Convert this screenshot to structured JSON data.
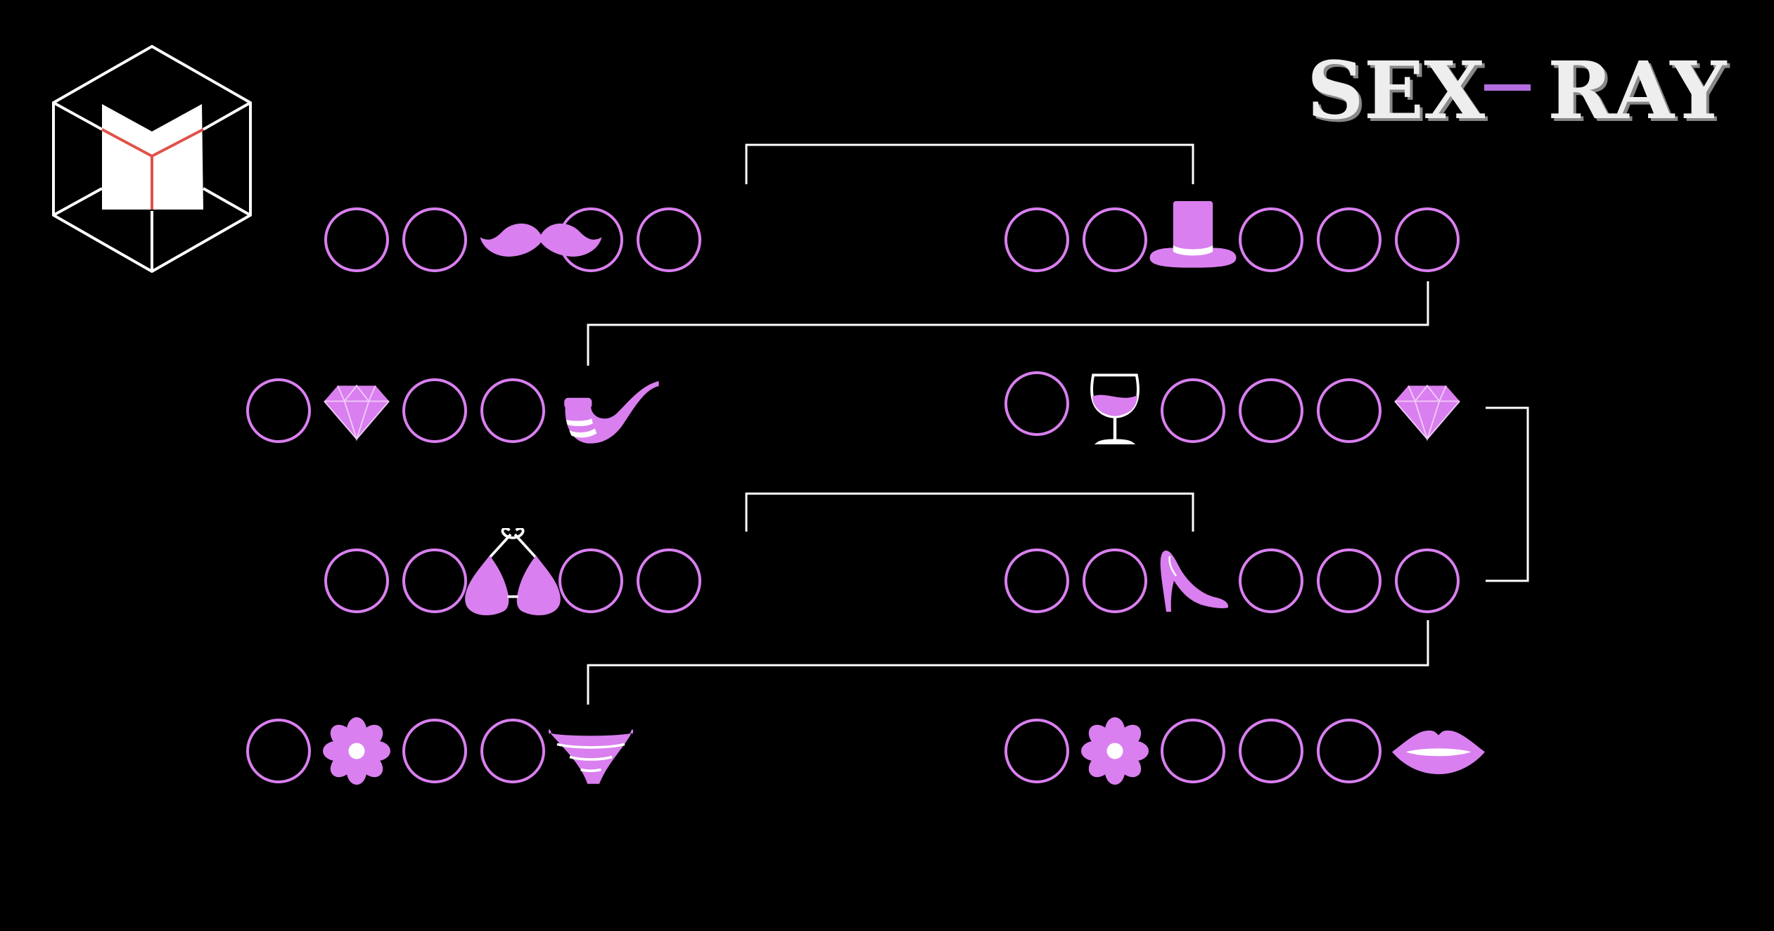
{
  "colors": {
    "background": "#000000",
    "accent": "#d97fef",
    "circle_stroke": "#d97fef",
    "connector": "#ffffff",
    "logo_accent": "#e0524a",
    "title": "#e8e8e8"
  },
  "logo": {
    "icon": "cube-m-logo-icon"
  },
  "title": {
    "left": "SEX",
    "right": "RAY",
    "dash_color": "#b36fe0"
  },
  "puzzle": {
    "words": [
      {
        "id": "w1-left",
        "slots": [
          "circle",
          "circle",
          "mustache-icon",
          "circle",
          "circle"
        ]
      },
      {
        "id": "w1-right",
        "slots": [
          "circle",
          "circle",
          "top-hat-icon",
          "circle",
          "circle",
          "circle"
        ]
      },
      {
        "id": "w2-left",
        "slots": [
          "circle",
          "diamond-icon",
          "circle",
          "circle",
          "pipe-icon"
        ]
      },
      {
        "id": "w2-right",
        "slots": [
          "circle",
          "wine-glass-icon",
          "circle",
          "circle",
          "circle",
          "diamond-icon"
        ]
      },
      {
        "id": "w3-left",
        "slots": [
          "circle",
          "circle",
          "bra-icon",
          "circle",
          "circle"
        ]
      },
      {
        "id": "w3-right",
        "slots": [
          "circle",
          "circle",
          "high-heel-icon",
          "circle",
          "circle",
          "circle"
        ]
      },
      {
        "id": "w4-left",
        "slots": [
          "circle",
          "flower-icon",
          "circle",
          "circle",
          "thong-icon"
        ]
      },
      {
        "id": "w4-right",
        "slots": [
          "circle",
          "flower-icon",
          "circle",
          "circle",
          "circle",
          "lips-icon"
        ]
      }
    ]
  }
}
